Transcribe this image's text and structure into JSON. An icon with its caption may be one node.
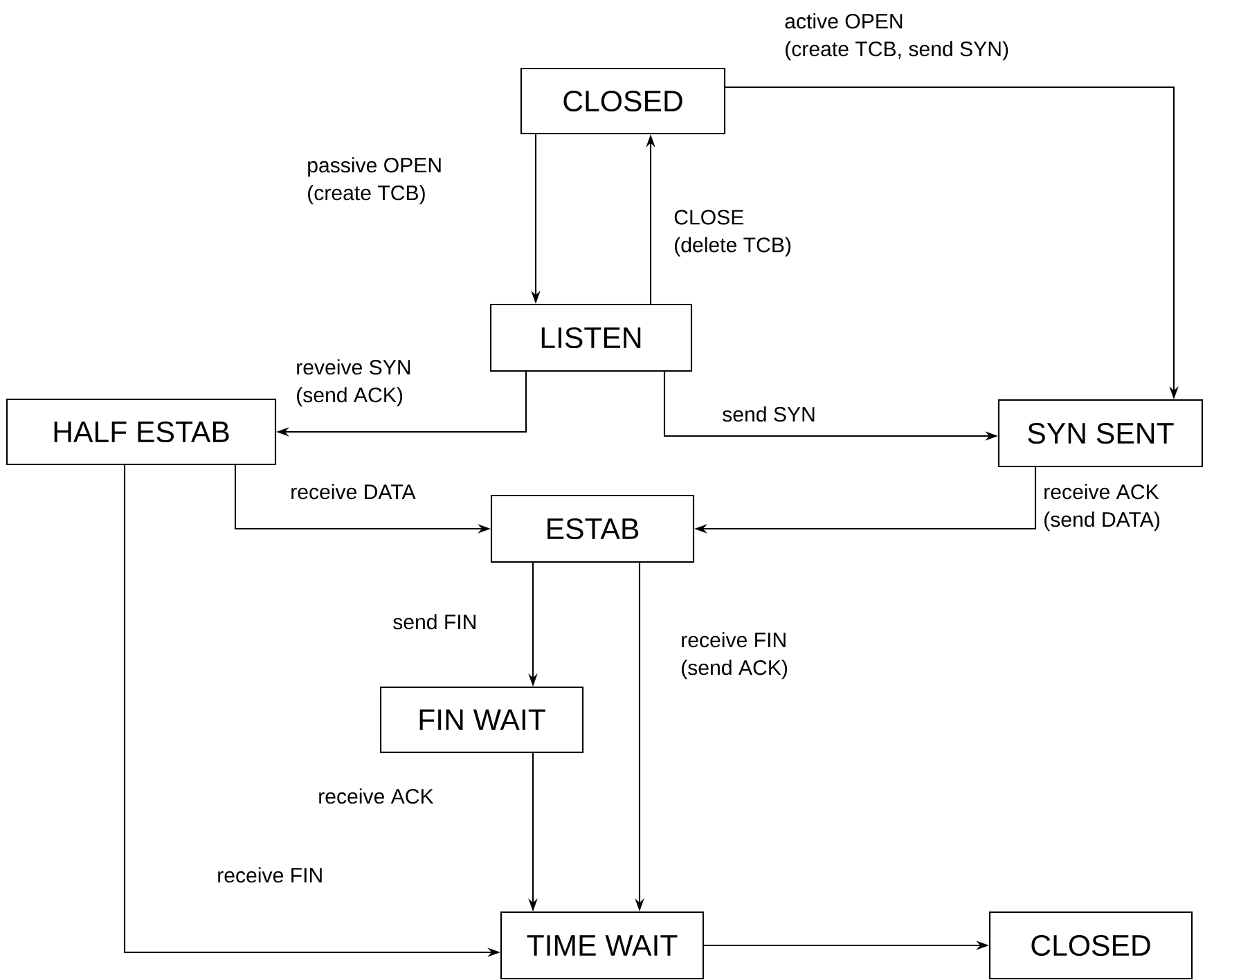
{
  "diagram": {
    "nodes": [
      {
        "text": [
          "CLOSED"
        ]
      },
      {
        "text": [
          "LISTEN"
        ]
      },
      {
        "text": [
          "HALF ESTAB"
        ]
      },
      {
        "text": [
          "SYN SENT"
        ]
      },
      {
        "text": [
          "ESTAB"
        ]
      },
      {
        "text": [
          "FIN WAIT"
        ]
      },
      {
        "text": [
          "TIME WAIT"
        ]
      },
      {
        "text": [
          "CLOSED"
        ]
      }
    ],
    "edges": [
      {
        "from": 0,
        "to": 1,
        "arrow": "to",
        "label": "passive OPEN (create TCB)"
      },
      {
        "from": 1,
        "to": 0,
        "arrow": "to",
        "label": "CLOSE (delete TCB)"
      },
      {
        "from": 0,
        "to": 3,
        "arrow": "to",
        "label": "active OPEN (create TCB, send SYN)"
      },
      {
        "from": 1,
        "to": 2,
        "arrow": "to",
        "label": "reveive SYN (send ACK)"
      },
      {
        "from": 1,
        "to": 3,
        "arrow": "to",
        "label": "send SYN"
      },
      {
        "from": 2,
        "to": 4,
        "arrow": "to",
        "label": "receive DATA"
      },
      {
        "from": 3,
        "to": 4,
        "arrow": "to",
        "label": "receive ACK (send DATA)"
      },
      {
        "from": 4,
        "to": 5,
        "arrow": "to",
        "label": "send FIN"
      },
      {
        "from": 4,
        "to": 6,
        "arrow": "to",
        "label": "receive FIN (send ACK)"
      },
      {
        "from": 5,
        "to": 6,
        "arrow": "to",
        "label": "receive ACK"
      },
      {
        "from": 2,
        "to": 6,
        "arrow": "to",
        "label": "receive FIN"
      },
      {
        "from": 6,
        "to": 7,
        "arrow": "to"
      }
    ]
  }
}
